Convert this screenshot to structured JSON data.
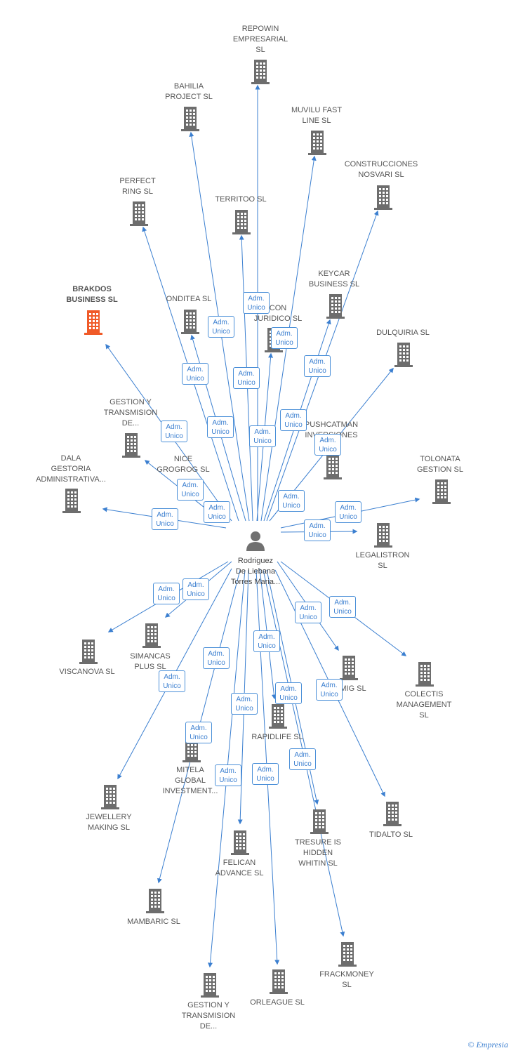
{
  "colors": {
    "edge": "#3b7fd0",
    "building": "#6d6d6d",
    "accent": "#f05a28",
    "person": "#707070"
  },
  "center": {
    "label": "Rodriguez\nDe Liebana\nTorres Maria..."
  },
  "companies": [
    {
      "id": "repowin",
      "label": "REPOWIN\nEMPRESARIAL\nSL"
    },
    {
      "id": "bahilia",
      "label": "BAHILIA\nPROJECT  SL"
    },
    {
      "id": "muvilu",
      "label": "MUVILU FAST\nLINE  SL"
    },
    {
      "id": "construcciones",
      "label": "CONSTRUCCIONES\nNOSVARI SL"
    },
    {
      "id": "perfect",
      "label": "PERFECT\nRING  SL"
    },
    {
      "id": "territoo",
      "label": "TERRITOO  SL"
    },
    {
      "id": "brakdos",
      "label": "BRAKDOS\nBUSINESS  SL",
      "accent": true
    },
    {
      "id": "onditea",
      "label": "ONDITEA  SL"
    },
    {
      "id": "con-juridico",
      "label": "CON\nJURIDICO SL"
    },
    {
      "id": "keycar",
      "label": "KEYCAR\nBUSINESS  SL"
    },
    {
      "id": "dulquiria",
      "label": "DULQUIRIA  SL"
    },
    {
      "id": "gestion-top",
      "label": "GESTION Y\nTRANSMISION\nDE..."
    },
    {
      "id": "pushcatman",
      "label": "PUSHCATMAN\nINVERSIONES"
    },
    {
      "id": "dala",
      "label": "DALA\nGESTORIA\nADMINISTRATIVA..."
    },
    {
      "id": "nice",
      "label": "NICE\nGROGROG  SL"
    },
    {
      "id": "tolonata",
      "label": "TOLONATA\nGESTION  SL"
    },
    {
      "id": "legalistron",
      "label": "LEGALISTRON\nSL"
    },
    {
      "id": "viscanova",
      "label": "VISCANOVA  SL"
    },
    {
      "id": "simancas",
      "label": "SIMANCAS\nPLUS  SL"
    },
    {
      "id": "mig",
      "label": "MIG  SL"
    },
    {
      "id": "colectis",
      "label": "COLECTIS\nMANAGEMENT\nSL"
    },
    {
      "id": "rapidlife",
      "label": "RAPIDLIFE  SL"
    },
    {
      "id": "mitela",
      "label": "MITELA\nGLOBAL\nINVESTMENT..."
    },
    {
      "id": "jewellery",
      "label": "JEWELLERY\nMAKING  SL"
    },
    {
      "id": "tidalto",
      "label": "TIDALTO  SL"
    },
    {
      "id": "tresure",
      "label": "TRESURE IS\nHIDDEN\nWHITIN  SL"
    },
    {
      "id": "felican",
      "label": "FELICAN\nADVANCE  SL"
    },
    {
      "id": "mambaric",
      "label": "MAMBARIC  SL"
    },
    {
      "id": "frackmoney",
      "label": "FRACKMONEY\nSL"
    },
    {
      "id": "orleague",
      "label": "ORLEAGUE  SL"
    },
    {
      "id": "gestion-bottom",
      "label": "GESTION Y\nTRANSMISION\nDE..."
    }
  ],
  "edge_label": "Adm.\nUnico",
  "watermark": "© Empresia"
}
